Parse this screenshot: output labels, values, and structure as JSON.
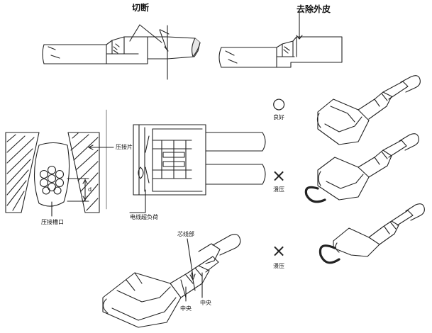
{
  "labels": {
    "cut": "切断",
    "strip": "去除外皮",
    "crimp_piece": "压接片",
    "crimp_groove": "压接槽口",
    "d": "d",
    "wire_overload": "电线超负荷",
    "good": "良好",
    "crushed_1": "溃压",
    "crushed_2": "溃压",
    "core_wire": "芯线部",
    "center_1": "中央",
    "center_2": "中央"
  },
  "symbols": {
    "good": "○",
    "bad_1": "×",
    "bad_2": "×"
  }
}
